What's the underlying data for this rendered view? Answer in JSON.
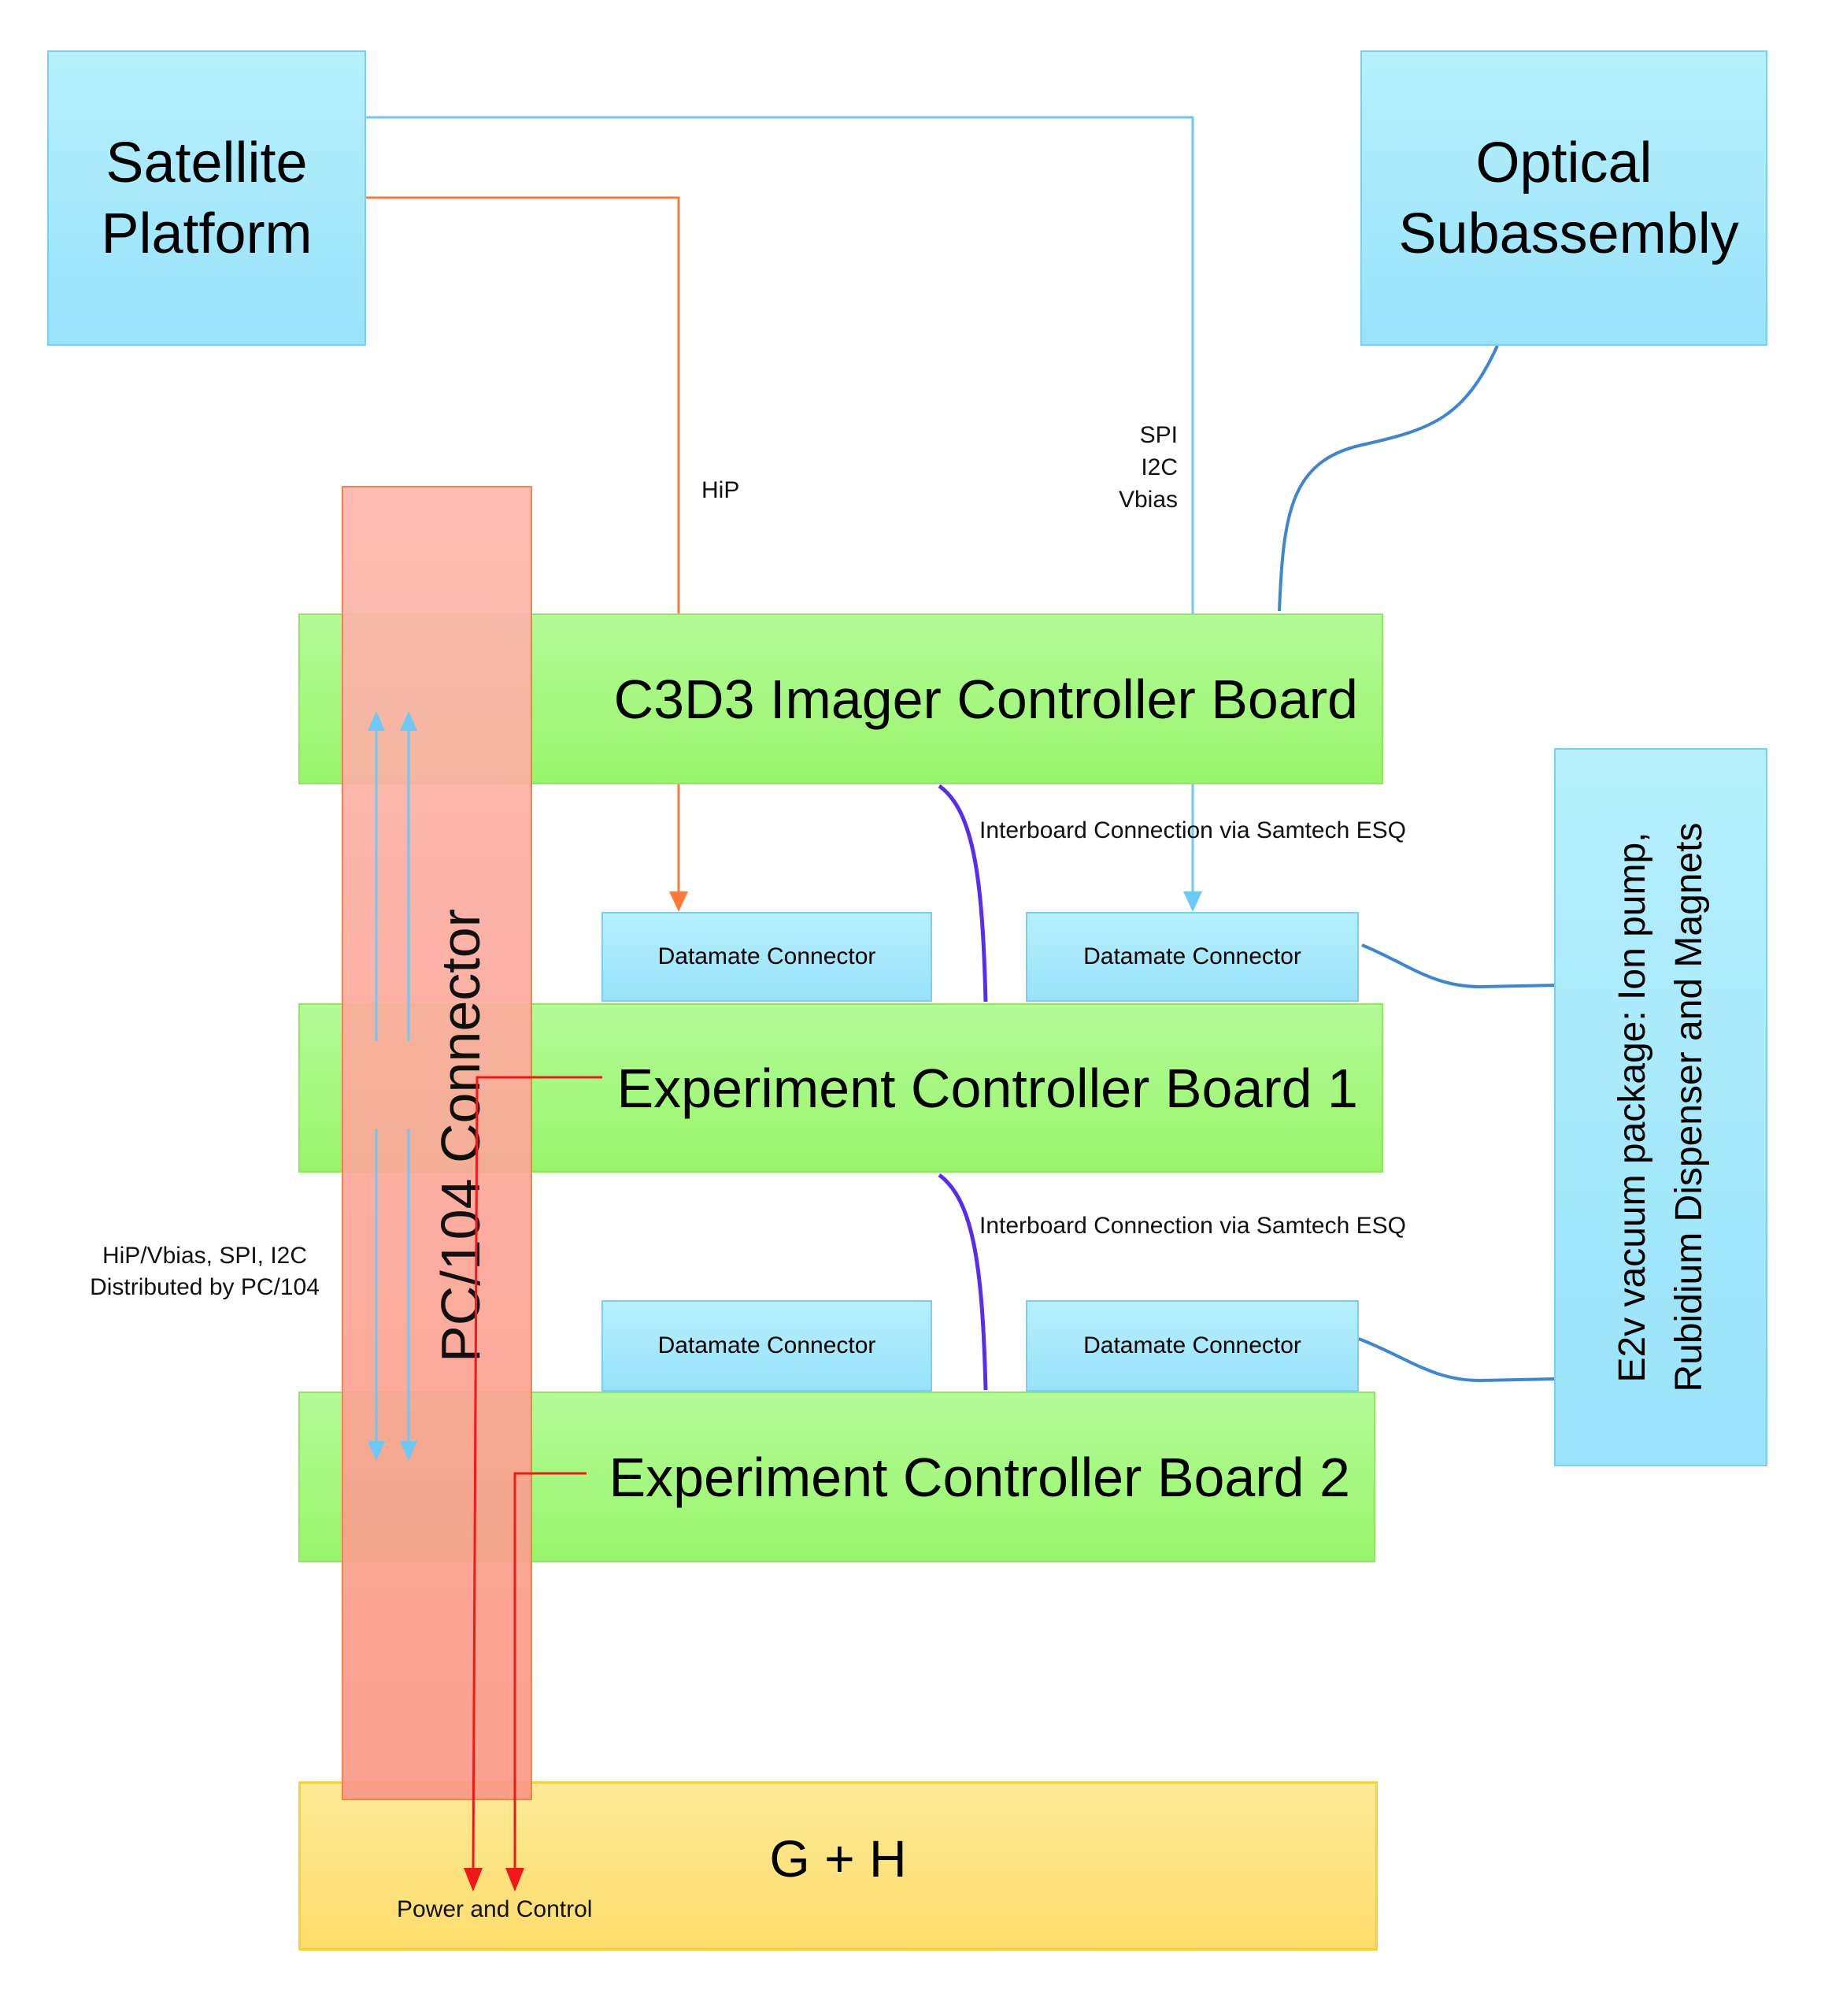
{
  "nodes": {
    "satellite": "Satellite Platform",
    "optical": "Optical Subassembly",
    "pc104": "PC/104 Connector",
    "c3d3": "C3D3 Imager Controller Board",
    "ecb1": "Experiment Controller Board 1",
    "ecb2": "Experiment Controller Board 2",
    "gh": "G + H",
    "e2v_line1": "E2v vacuum package: Ion pump,",
    "e2v_line2": "Rubidium Dispenser and Magnets",
    "datamate": [
      "Datamate Connector",
      "Datamate Connector",
      "Datamate Connector",
      "Datamate Connector"
    ]
  },
  "labels": {
    "hip": "HiP",
    "spi": "SPI",
    "i2c": "I2C",
    "vbias": "Vbias",
    "interboard1": "Interboard Connection via Samtech ESQ",
    "interboard2": "Interboard Connection via Samtech ESQ",
    "distributed_line1": "HiP/Vbias, SPI, I2C",
    "distributed_line2": "Distributed by PC/104",
    "power": "Power and Control"
  },
  "colors": {
    "hip_line": "#f97a3a",
    "spi_line": "#6cc8f5",
    "interboard": "#5a2cf0",
    "power_line": "#f31818",
    "cable": "#3d86d0"
  }
}
